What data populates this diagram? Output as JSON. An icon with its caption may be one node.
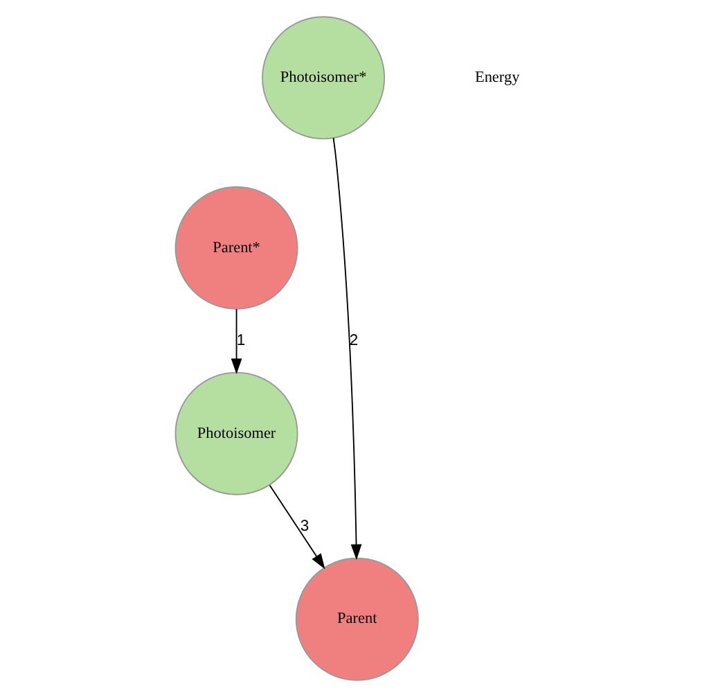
{
  "diagram": {
    "nodes": [
      {
        "text": [
          "Parent*"
        ]
      },
      {
        "text": [
          "Photoisomer*"
        ]
      },
      {
        "text": [
          "Photoisomer"
        ]
      },
      {
        "text": [
          "Parent"
        ]
      }
    ],
    "edges": [
      {
        "from": 0,
        "to": 2,
        "arrow": "to",
        "label": "1"
      },
      {
        "from": 1,
        "to": 3,
        "arrow": "to",
        "label": "2"
      },
      {
        "from": 2,
        "to": 3,
        "arrow": "to",
        "label": "3"
      }
    ],
    "labels": [
      "Energy"
    ]
  }
}
